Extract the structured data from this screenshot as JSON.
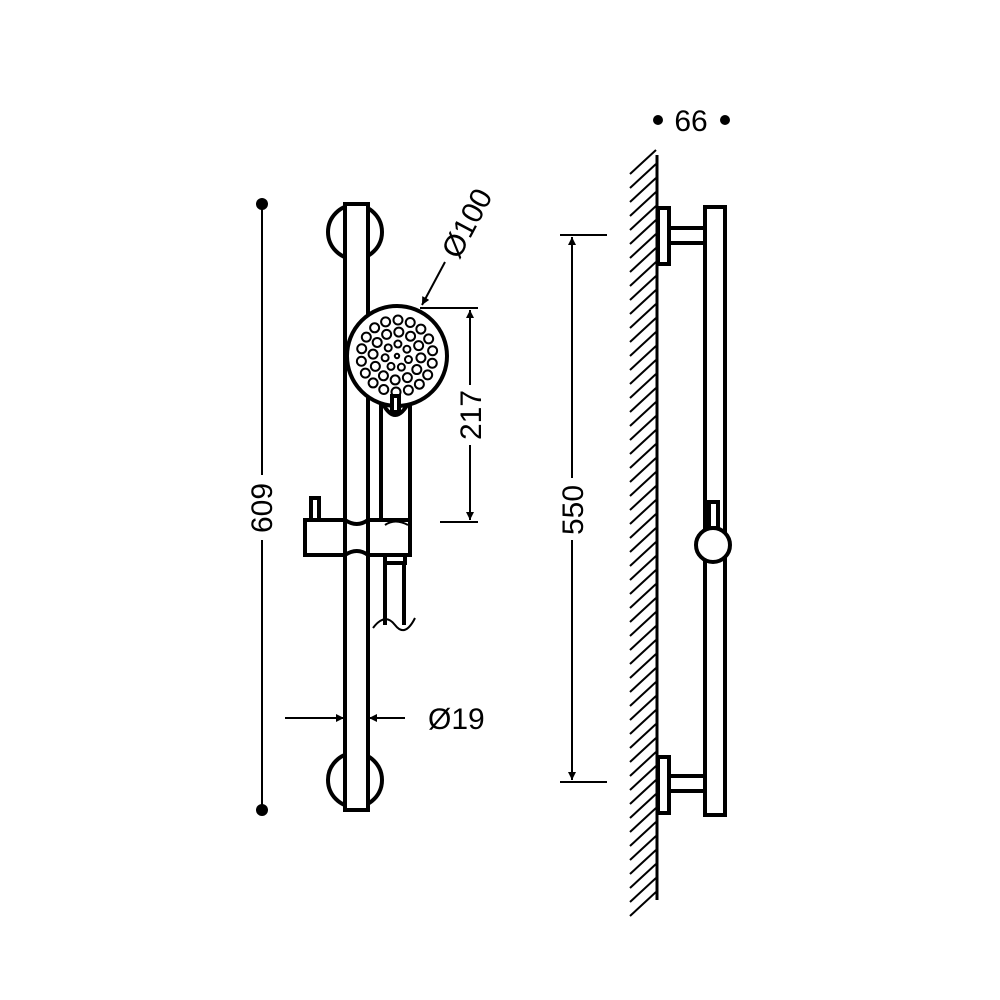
{
  "dimensions": {
    "projection": "66",
    "total_height": "609",
    "bracket_spacing": "550",
    "head_height": "217",
    "head_diameter": "Ø100",
    "rail_diameter": "Ø19"
  },
  "colors": {
    "line": "#000000",
    "background": "#ffffff"
  }
}
